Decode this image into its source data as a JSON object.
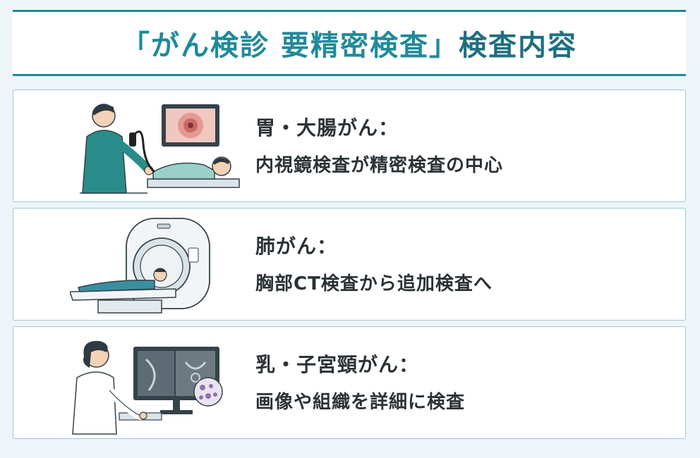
{
  "header": {
    "title_bracket": "「がん検診 要精密検査」",
    "title_rest": "検査内容"
  },
  "sections": [
    {
      "title": "胃・大腸がん：",
      "description": "内視鏡検査が精密検査の中心",
      "illustration_icon": "endoscopy-icon"
    },
    {
      "title": "肺がん：",
      "description": "胸部CT検査から追加検査へ",
      "illustration_icon": "ct-scanner-icon"
    },
    {
      "title": "乳・子宮頸がん：",
      "description": "画像や組織を詳細に検査",
      "illustration_icon": "image-review-icon"
    }
  ],
  "colors": {
    "accent": "#1f8a99",
    "background": "#eef5f8",
    "card_border": "#9ec9d3",
    "text": "#2b3236"
  }
}
